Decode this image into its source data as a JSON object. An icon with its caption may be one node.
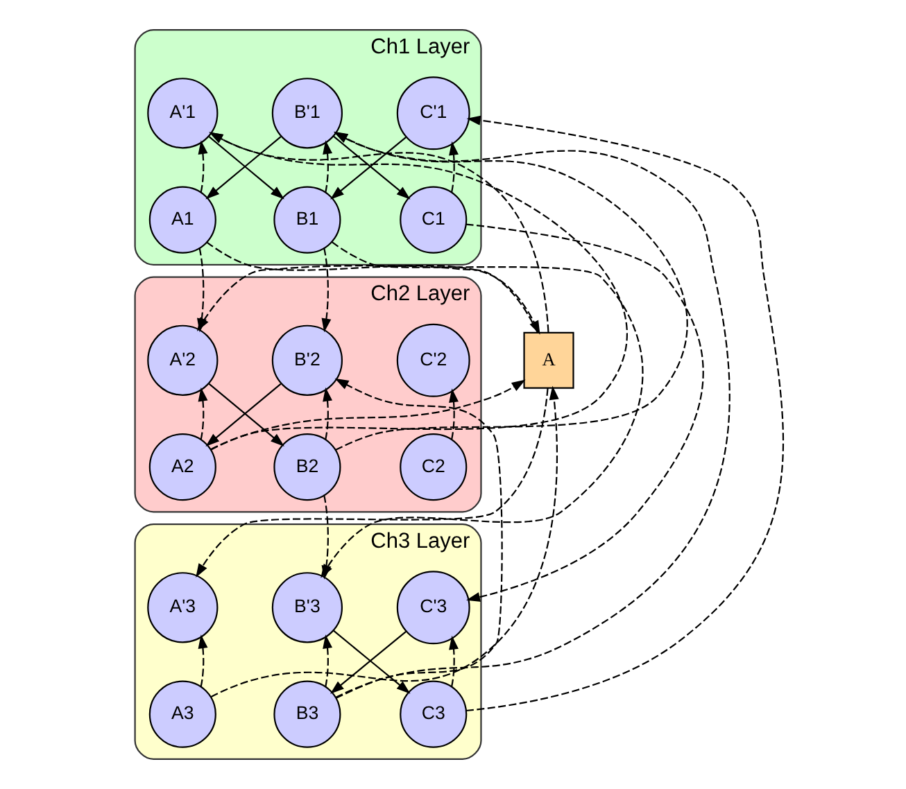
{
  "diagram": {
    "nodes": [
      {
        "text": [
          "Ch1 Layer"
        ]
      },
      {
        "text": [
          "A'1"
        ],
        "in": 0
      },
      {
        "text": [
          "B'1"
        ],
        "in": 0
      },
      {
        "text": [
          "C'1"
        ],
        "in": 0
      },
      {
        "text": [
          "A1"
        ],
        "in": 0
      },
      {
        "text": [
          "B1"
        ],
        "in": 0
      },
      {
        "text": [
          "C1"
        ],
        "in": 0
      },
      {
        "text": [
          "Ch2 Layer"
        ]
      },
      {
        "text": [
          "A'2"
        ],
        "in": 7
      },
      {
        "text": [
          "B'2"
        ],
        "in": 7
      },
      {
        "text": [
          "C'2"
        ],
        "in": 7
      },
      {
        "text": [
          "A2"
        ],
        "in": 7
      },
      {
        "text": [
          "B2"
        ],
        "in": 7
      },
      {
        "text": [
          "C2"
        ],
        "in": 7
      },
      {
        "text": [
          "Ch3 Layer"
        ]
      },
      {
        "text": [
          "A'3"
        ],
        "in": 14
      },
      {
        "text": [
          "B'3"
        ],
        "in": 14
      },
      {
        "text": [
          "C'3"
        ],
        "in": 14
      },
      {
        "text": [
          "A3"
        ],
        "in": 14
      },
      {
        "text": [
          "B3"
        ],
        "in": 14
      },
      {
        "text": [
          "C3"
        ],
        "in": 14
      },
      {
        "text": [
          "A"
        ]
      }
    ],
    "edges": [
      {
        "from": 1,
        "to": 5,
        "arrow": "to"
      },
      {
        "from": 2,
        "to": 4,
        "arrow": "to"
      },
      {
        "from": 2,
        "to": 6,
        "arrow": "to"
      },
      {
        "from": 3,
        "to": 5,
        "arrow": "to"
      },
      {
        "from": 8,
        "to": 12,
        "arrow": "to"
      },
      {
        "from": 9,
        "to": 11,
        "arrow": "to"
      },
      {
        "from": 16,
        "to": 20,
        "arrow": "to"
      },
      {
        "from": 17,
        "to": 19,
        "arrow": "to"
      },
      {
        "from": 4,
        "to": 1,
        "arrow": "to",
        "style": "dashed"
      },
      {
        "from": 5,
        "to": 2,
        "arrow": "to",
        "style": "dashed"
      },
      {
        "from": 6,
        "to": 3,
        "arrow": "to",
        "style": "dashed"
      },
      {
        "from": 11,
        "to": 8,
        "arrow": "to",
        "style": "dashed"
      },
      {
        "from": 12,
        "to": 9,
        "arrow": "to",
        "style": "dashed"
      },
      {
        "from": 13,
        "to": 10,
        "arrow": "to",
        "style": "dashed"
      },
      {
        "from": 18,
        "to": 15,
        "arrow": "to",
        "style": "dashed"
      },
      {
        "from": 19,
        "to": 16,
        "arrow": "to",
        "style": "dashed"
      },
      {
        "from": 20,
        "to": 17,
        "arrow": "to",
        "style": "dashed"
      },
      {
        "from": 4,
        "to": 8,
        "arrow": "to",
        "style": "dashed"
      },
      {
        "from": 5,
        "to": 9,
        "arrow": "to",
        "style": "dashed"
      },
      {
        "from": 12,
        "to": 16,
        "arrow": "to",
        "style": "dashed"
      },
      {
        "from": 11,
        "to": 1,
        "arrow": "to",
        "style": "dashed"
      },
      {
        "from": 19,
        "to": 2,
        "arrow": "to",
        "style": "dashed"
      },
      {
        "from": 12,
        "to": 2,
        "arrow": "to",
        "style": "dashed"
      },
      {
        "from": 19,
        "to": 9,
        "arrow": "to",
        "style": "dashed"
      },
      {
        "from": 5,
        "to": 16,
        "arrow": "to",
        "style": "dashed"
      },
      {
        "from": 6,
        "to": 17,
        "arrow": "to",
        "style": "dashed"
      },
      {
        "from": 20,
        "to": 3,
        "arrow": "to",
        "style": "dashed"
      },
      {
        "from": 21,
        "to": 15,
        "arrow": "to",
        "style": "dashed"
      },
      {
        "from": 21,
        "to": 1,
        "arrow": "to",
        "style": "dashed"
      },
      {
        "from": 4,
        "to": 21,
        "arrow": "to",
        "style": "dashed"
      },
      {
        "from": 21,
        "to": 8,
        "arrow": "to",
        "style": "dashed"
      },
      {
        "from": 11,
        "to": 21,
        "arrow": "to",
        "style": "dashed"
      },
      {
        "from": 18,
        "to": 21,
        "arrow": "to",
        "style": "dashed"
      }
    ]
  }
}
